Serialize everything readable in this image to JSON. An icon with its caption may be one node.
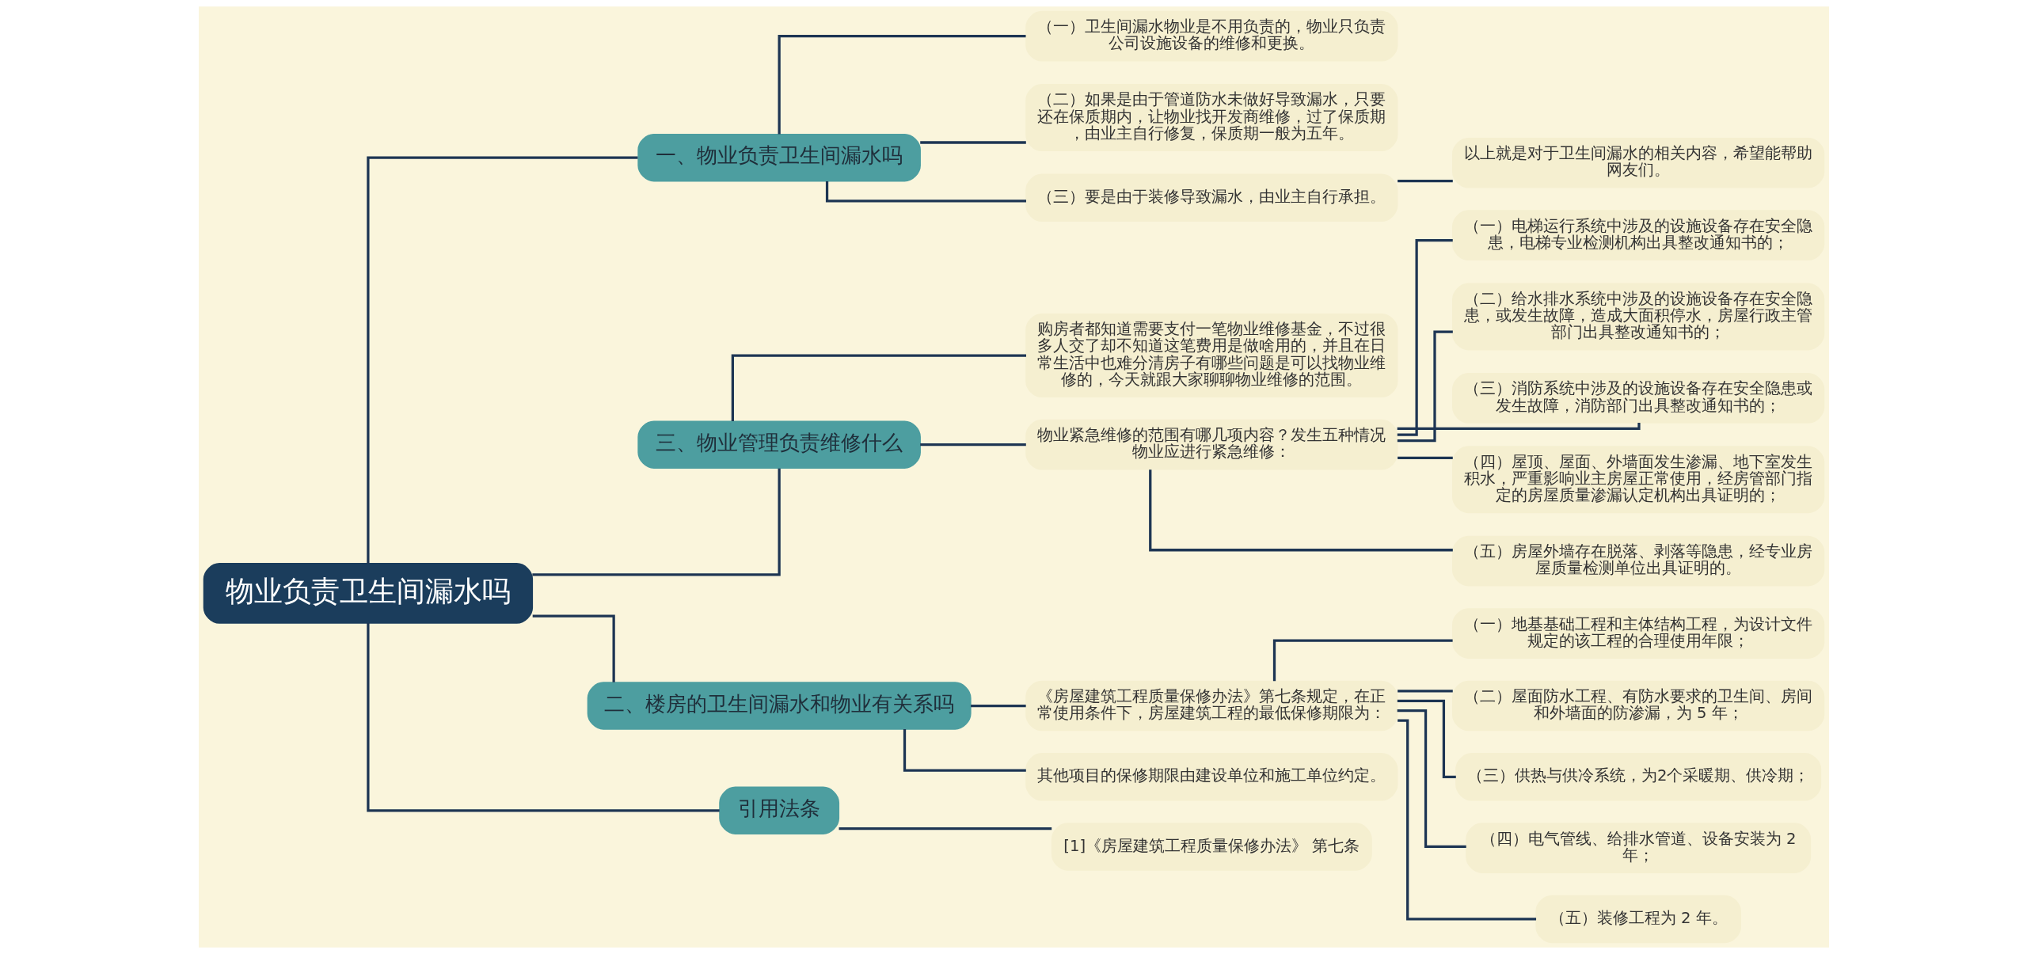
{
  "diagram": {
    "nodes": [
      {
        "text": [
          "物业负责卫生间漏水吗"
        ]
      },
      {
        "text": [
          "一、物业负责卫生间漏水吗"
        ]
      },
      {
        "text": [
          "（一）卫生间漏水物业是不用负责的，物业只负责公司设施设备的维修和更换。"
        ]
      },
      {
        "text": [
          "（二）如果是由于管道防水未做好导致漏水，只要还在保质期内，让物业找开发商维修，过了保质期，由业主自行修复，保质期一般为五年。"
        ]
      },
      {
        "text": [
          "（三）要是由于装修导致漏水，由业主自行承担。"
        ]
      },
      {
        "text": [
          "以上就是对于卫生间漏水的相关内容，希望能帮助网友们。"
        ]
      },
      {
        "text": [
          "三、物业管理负责维修什么"
        ]
      },
      {
        "text": [
          "购房者都知道需要支付一笔物业维修基金，不过很多人交了却不知道这笔费用是做啥用的，并且在日常生活中也难分清房子有哪些问题是可以找物业维修的，今天就跟大家聊聊物业维修的范围。"
        ]
      },
      {
        "text": [
          "物业紧急维修的范围有哪几项内容？发生五种情况物业应进行紧急维修："
        ]
      },
      {
        "text": [
          "（一）电梯运行系统中涉及的设施设备存在安全隐患，电梯专业检测机构出具整改通知书的；"
        ]
      },
      {
        "text": [
          "（二）给水排水系统中涉及的设施设备存在安全隐患，或发生故障，造成大面积停水，房屋行政主管部门出具整改通知书的；"
        ]
      },
      {
        "text": [
          "（三）消防系统中涉及的设施设备存在安全隐患或发生故障，消防部门出具整改通知书的；"
        ]
      },
      {
        "text": [
          "（四）屋顶、屋面、外墙面发生渗漏、地下室发生积水，严重影响业主房屋正常使用，经房管部门指定的房屋质量渗漏认定机构出具证明的；"
        ]
      },
      {
        "text": [
          "（五）房屋外墙存在脱落、剥落等隐患，经专业房屋质量检测单位出具证明的。"
        ]
      },
      {
        "text": [
          "二、楼房的卫生间漏水和物业有关系吗"
        ]
      },
      {
        "text": [
          "《房屋建筑工程质量保修办法》第七条规定，在正常使用条件下，房屋建筑工程的最低保修期限为："
        ]
      },
      {
        "text": [
          "（一）地基基础工程和主体结构工程，为设计文件规定的该工程的合理使用年限；"
        ]
      },
      {
        "text": [
          "（二）屋面防水工程、有防水要求的卫生间、房间和外墙面的防渗漏，为 5 年；"
        ]
      },
      {
        "text": [
          "（三）供热与供冷系统，为2个采暖期、供冷期；"
        ]
      },
      {
        "text": [
          "（四）电气管线、给排水管道、设备安装为 2 年；"
        ]
      },
      {
        "text": [
          "（五）装修工程为 2 年。"
        ]
      },
      {
        "text": [
          "其他项目的保修期限由建设单位和施工单位约定。"
        ]
      },
      {
        "text": [
          "引用法条"
        ]
      },
      {
        "text": [
          "[1]《房屋建筑工程质量保修办法》 第七条"
        ]
      }
    ],
    "edges": [
      {
        "from": 0,
        "to": 1,
        "arrow": "none"
      },
      {
        "from": 1,
        "to": 2,
        "arrow": "none"
      },
      {
        "from": 1,
        "to": 3,
        "arrow": "none"
      },
      {
        "from": 1,
        "to": 4,
        "arrow": "none"
      },
      {
        "from": 4,
        "to": 5,
        "arrow": "none"
      },
      {
        "from": 0,
        "to": 6,
        "arrow": "none"
      },
      {
        "from": 6,
        "to": 7,
        "arrow": "none"
      },
      {
        "from": 6,
        "to": 8,
        "arrow": "none"
      },
      {
        "from": 8,
        "to": 9,
        "arrow": "none"
      },
      {
        "from": 8,
        "to": 10,
        "arrow": "none"
      },
      {
        "from": 8,
        "to": 11,
        "arrow": "none"
      },
      {
        "from": 8,
        "to": 12,
        "arrow": "none"
      },
      {
        "from": 8,
        "to": 13,
        "arrow": "none"
      },
      {
        "from": 0,
        "to": 14,
        "arrow": "none"
      },
      {
        "from": 14,
        "to": 15,
        "arrow": "none"
      },
      {
        "from": 15,
        "to": 16,
        "arrow": "none"
      },
      {
        "from": 15,
        "to": 17,
        "arrow": "none"
      },
      {
        "from": 15,
        "to": 18,
        "arrow": "none"
      },
      {
        "from": 15,
        "to": 19,
        "arrow": "none"
      },
      {
        "from": 15,
        "to": 20,
        "arrow": "none"
      },
      {
        "from": 14,
        "to": 21,
        "arrow": "none"
      },
      {
        "from": 0,
        "to": 22,
        "arrow": "none"
      },
      {
        "from": 22,
        "to": 23,
        "arrow": "none"
      }
    ]
  }
}
